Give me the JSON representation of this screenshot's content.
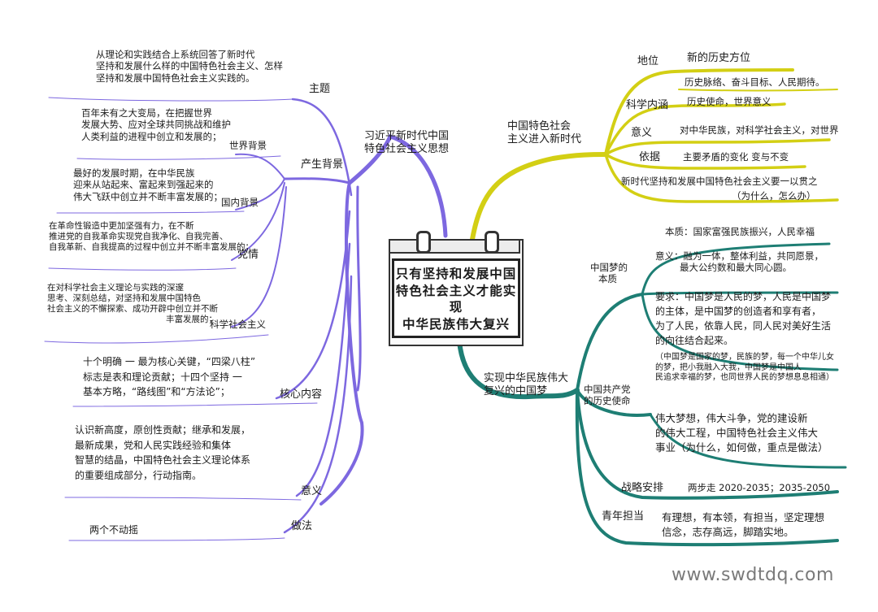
{
  "center": {
    "line1": "只有坚持和发展中国",
    "line2": "特色社会主义才能实现",
    "line3": "中华民族伟大复兴"
  },
  "left": {
    "main_topic": {
      "line1": "习近平新时代中国",
      "line2": "特色社会主义思想"
    },
    "theme": {
      "label": "主题",
      "text": [
        "从理论和实践结合上系统回答了新时代",
        "坚持和发展什么样的中国特色社会主义、怎样",
        "坚持和发展中国特色社会主义实践的。"
      ]
    },
    "background": {
      "label": "产生背景",
      "world": {
        "label": "世界背景",
        "text": [
          "百年未有之大变局，在把握世界",
          "发展大势、应对全球共同挑战和维护",
          "人类利益的进程中创立和发展的；"
        ]
      },
      "domestic": {
        "label": "国内背景",
        "text": [
          "最好的发展时期，在中华民族",
          "迎来从站起来、富起来到强起来的",
          "伟大飞跃中创立并不断丰富发展的；"
        ]
      },
      "party": {
        "label": "党情",
        "text": [
          "在革命性锻造中更加坚强有力，在不断",
          "推进党的自我革命实现党自我净化、自我完善、",
          "自我革新、自我提高的过程中创立并不断丰富发展的；"
        ]
      },
      "science": {
        "label": "科学社会主义",
        "text": [
          "在对科学社会主义理论与实践的深邃",
          "思考、深刻总结，对坚持和发展中国特色",
          "社会主义的不懈探索、成功开辟中创立并不断",
          "丰富发展的；"
        ]
      }
    },
    "core": {
      "label": "核心内容",
      "text": [
        "十个明确 一 最为核心关键，“四梁八柱”",
        "标志是表和理论贡献；十四个坚持 一",
        "基本方略，“路线图”和“方法论”；"
      ]
    },
    "meaning": {
      "label": "意义",
      "text": [
        "认识新高度，原创性贡献；继承和发展，",
        "最新成果，党和人民实践经验和集体",
        "智慧的结晶，中国特色社会主义理论体系",
        "的重要组成部分，行动指南。"
      ]
    },
    "practice": {
      "label": "做法",
      "text": "两个不动摇"
    }
  },
  "right_top": {
    "topic": {
      "line1": "中国特色社会",
      "line2": "主义进入新时代"
    },
    "status": {
      "label": "地位",
      "text1": "新的历史方位",
      "text2": "历史脉络、奋斗目标、人民期待。"
    },
    "connotation": {
      "label": "科学内涵",
      "text": "历史使命，世界意义"
    },
    "significance": {
      "label": "意义",
      "text": "对中华民族，对科学社会主义，对世界"
    },
    "basis": {
      "label": "依据",
      "text": "主要矛盾的变化   变与不变"
    },
    "theme_line": {
      "text": "新时代坚持和发展中国特色社会主义要一以贯之",
      "sub": "（为什么，怎么办）"
    }
  },
  "right_bottom": {
    "topic": {
      "line1": "实现中华民族伟大",
      "line2": "复兴的中国梦"
    },
    "dream": {
      "label_line1": "中国梦的",
      "label_line2": "本质",
      "essence": "本质：国家富强民族振兴，人民幸福",
      "meaning": [
        "意义：融为一体，整体利益，共同愿景，",
        "最大公约数和最大同心圆。"
      ],
      "require": [
        "要求：中国梦是人民的梦，人民是中国梦",
        "的主体，是中国梦的创造者和享有者，",
        "为了人民，依靠人民，同人民对美好生活",
        "的向往结合起来。"
      ],
      "note": [
        "（中国梦是国家的梦，民族的梦，每一个中华儿女",
        "的梦，把小我融入大我，中国梦是中国人",
        "民追求幸福的梦，也同世界人民的梦想息息相通）"
      ]
    },
    "mission": {
      "label_line1": "中国共产党",
      "label_line2": "的历史使命",
      "text": [
        "伟大梦想，伟大斗争，党的建设新",
        "的伟大工程，中国特色社会主义伟大",
        "事业（为什么，如何做，重点是做法）"
      ]
    },
    "strategy": {
      "label": "战略安排",
      "text": "两步走 2020-2035；2035-2050"
    },
    "youth": {
      "label": "青年担当",
      "text": [
        "有理想，有本领，有担当，坚定理想",
        "信念，志存高远，脚踏实地。"
      ]
    }
  },
  "watermark": "www.swdtdq.com",
  "colors": {
    "left": "#7d68e0",
    "right_top": "#d3cf14",
    "right_bottom": "#1e7e74"
  }
}
